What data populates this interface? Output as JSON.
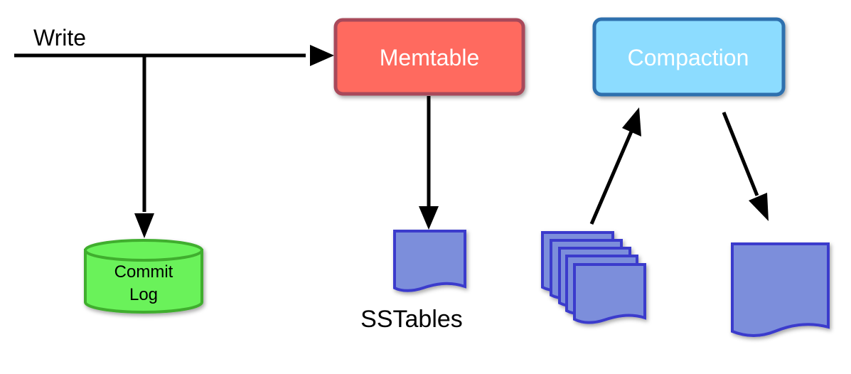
{
  "diagram": {
    "write_label": "Write",
    "memtable_label": "Memtable",
    "compaction_label": "Compaction",
    "commit_log_label_line1": "Commit",
    "commit_log_label_line2": "Log",
    "sstables_label": "SSTables"
  },
  "colors": {
    "memtable_fill": "#ff6a5e",
    "memtable_border": "#a84a5a",
    "compaction_fill": "#8cdcff",
    "compaction_border": "#2f6fae",
    "commit_log_fill": "#6af25a",
    "commit_log_border": "#3fae2f",
    "sstable_fill": "#7b8edb",
    "sstable_border": "#3b3bcc",
    "arrow": "#000000"
  }
}
